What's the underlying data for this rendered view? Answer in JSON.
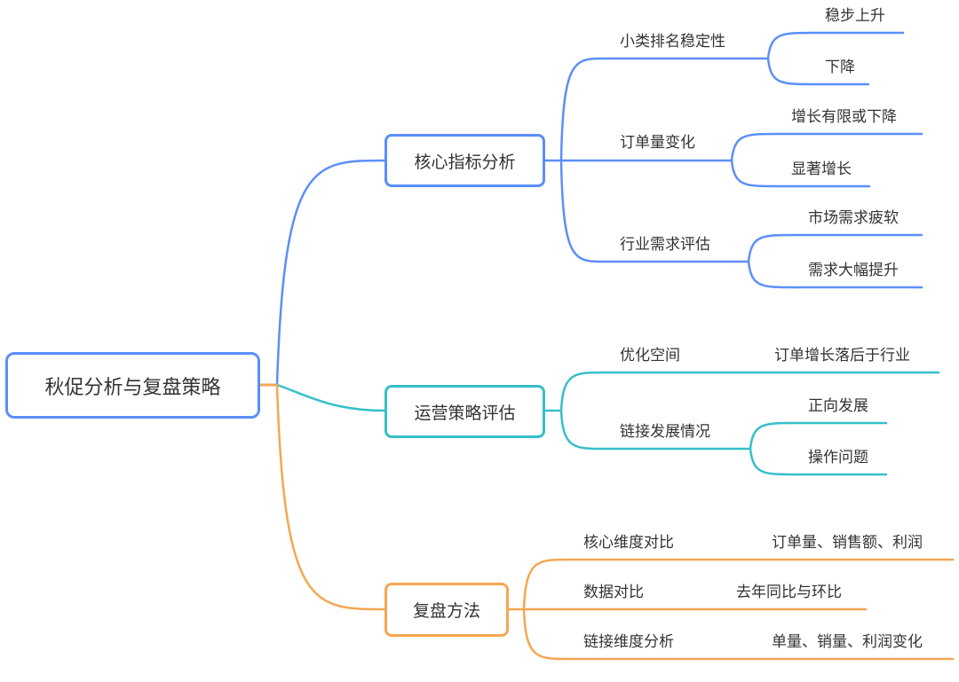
{
  "root": {
    "label": "秋促分析与复盘策略",
    "color": "#5b8ff9",
    "connector_color": "#f5a652"
  },
  "branches": [
    {
      "label": "核心指标分析",
      "color": "#5b8ff9",
      "children": [
        {
          "label": "小类排名稳定性",
          "children": [
            {
              "label": "稳步上升"
            },
            {
              "label": "下降"
            }
          ]
        },
        {
          "label": "订单量变化",
          "children": [
            {
              "label": "增长有限或下降"
            },
            {
              "label": "显著增长"
            }
          ]
        },
        {
          "label": "行业需求评估",
          "children": [
            {
              "label": "市场需求疲软"
            },
            {
              "label": "需求大幅提升"
            }
          ]
        }
      ]
    },
    {
      "label": "运营策略评估",
      "color": "#36bfca",
      "children": [
        {
          "label": "优化空间",
          "children": [
            {
              "label": "订单增长落后于行业"
            }
          ]
        },
        {
          "label": "链接发展情况",
          "children": [
            {
              "label": "正向发展"
            },
            {
              "label": "操作问题"
            }
          ]
        }
      ]
    },
    {
      "label": "复盘方法",
      "color": "#f5a652",
      "children": [
        {
          "label": "核心维度对比",
          "children": [
            {
              "label": "订单量、销售额、利润"
            }
          ]
        },
        {
          "label": "数据对比",
          "children": [
            {
              "label": "去年同比与环比"
            }
          ]
        },
        {
          "label": "链接维度分析",
          "children": [
            {
              "label": "单量、销量、利润变化"
            }
          ]
        }
      ]
    }
  ]
}
